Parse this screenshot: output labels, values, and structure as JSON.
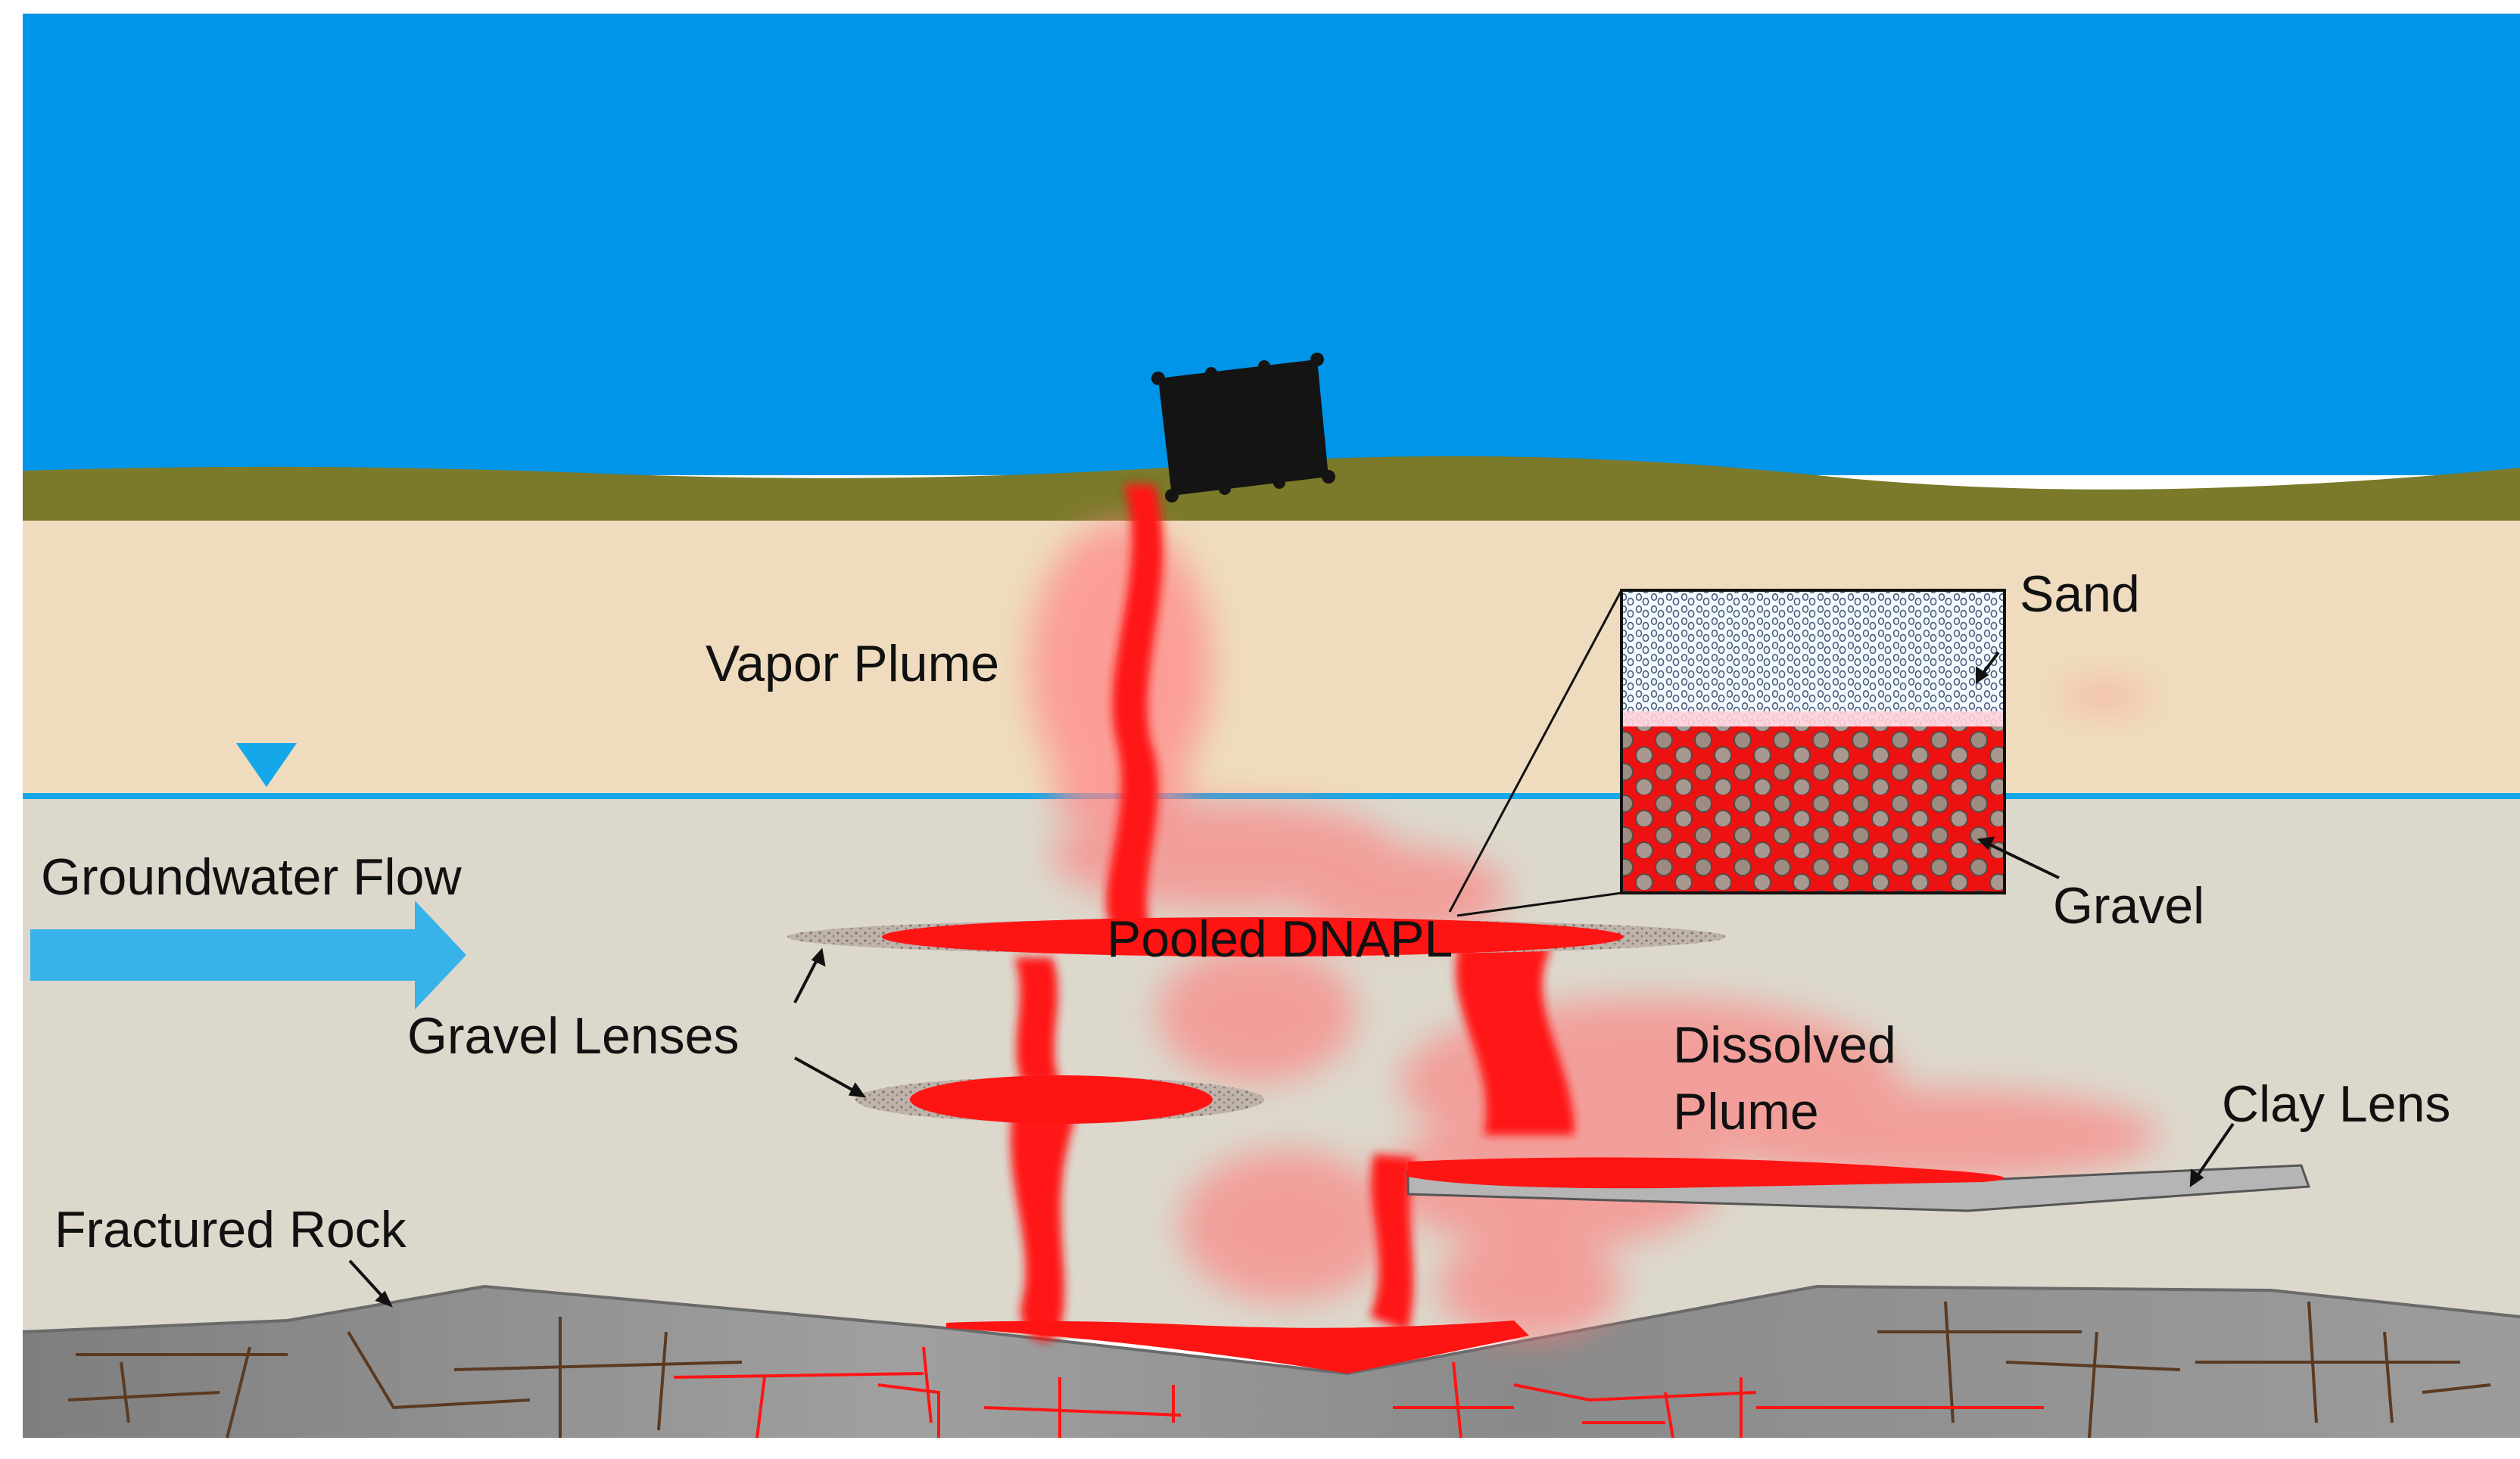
{
  "colors": {
    "sky": "#0095e8",
    "grass": "#7a7a2a",
    "vadose_sand": "#efdcbf",
    "saturated_zone": "#ddd8cc",
    "water_table": "#14a8ea",
    "flow_arrow": "#37b3ea",
    "dnapl": "#ff1414",
    "vapor": "#ff8a8a",
    "rock": "#8c8c8c",
    "rock_crack": "#5a3a22",
    "drum": "#141414",
    "clay": "#b5b5b5",
    "gravel_lens": "#b8aea6"
  },
  "icons": [
    "drum-icon",
    "water-table-marker-icon",
    "flow-arrow-icon"
  ],
  "labels": {
    "vapor_plume": "Vapor Plume",
    "sand": "Sand",
    "groundwater_flow": "Groundwater Flow",
    "pooled_dnapl": "Pooled DNAPL",
    "gravel": "Gravel",
    "gravel_lenses": "Gravel Lenses",
    "dissolved": "Dissolved",
    "plume": "Plume",
    "clay_lens": "Clay Lens",
    "fractured_rock": "Fractured Rock"
  }
}
